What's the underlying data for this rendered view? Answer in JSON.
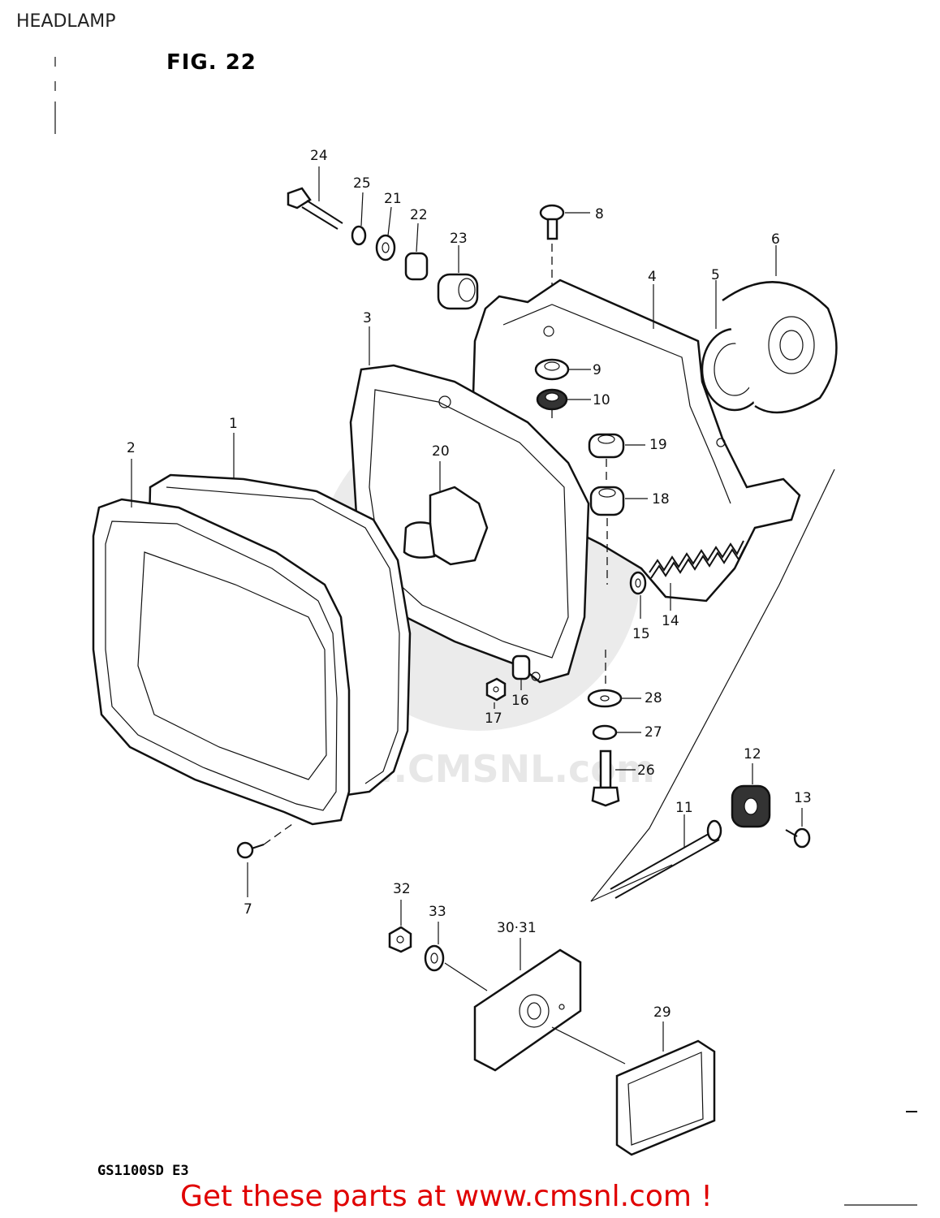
{
  "page": {
    "title": "HEADLAMP"
  },
  "figure": {
    "label": "FIG. 22",
    "model_code": "GS1100SD E3"
  },
  "watermark": {
    "text": "www.CMSNL.com"
  },
  "footer": {
    "cta": "Get these parts at www.cmsnl.com !",
    "accent_color": "#e00000"
  },
  "callouts": {
    "c1": "1",
    "c2": "2",
    "c3": "3",
    "c4": "4",
    "c5": "5",
    "c6": "6",
    "c7": "7",
    "c8": "8",
    "c9": "9",
    "c10": "10",
    "c11": "11",
    "c12": "12",
    "c13": "13",
    "c14": "14",
    "c15": "15",
    "c16": "16",
    "c17": "17",
    "c18": "18",
    "c19": "19",
    "c20": "20",
    "c21": "21",
    "c22": "22",
    "c23": "23",
    "c24": "24",
    "c25": "25",
    "c26": "26",
    "c27": "27",
    "c28": "28",
    "c29": "29",
    "c3031": "30·31",
    "c32": "32",
    "c33": "33"
  }
}
